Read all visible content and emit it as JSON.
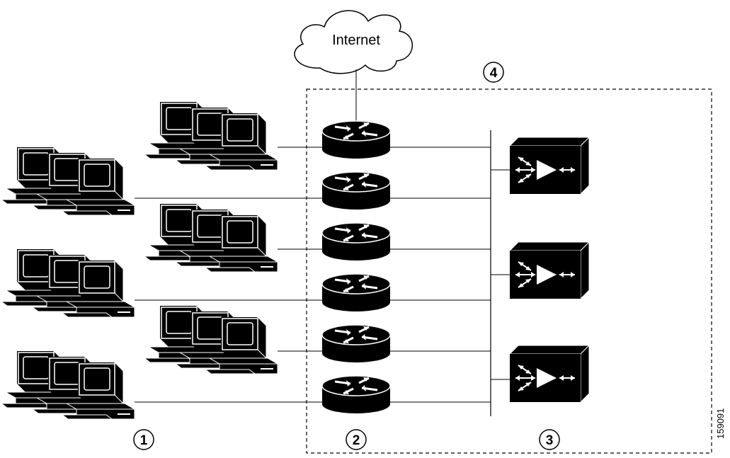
{
  "cloud_label": "Internet",
  "callouts": [
    "1",
    "2",
    "3",
    "4"
  ],
  "figure_id": "159091",
  "pc_groups": 6,
  "routers": 6,
  "servers": 3,
  "colors": {
    "ink": "#000000",
    "paper": "#ffffff"
  }
}
